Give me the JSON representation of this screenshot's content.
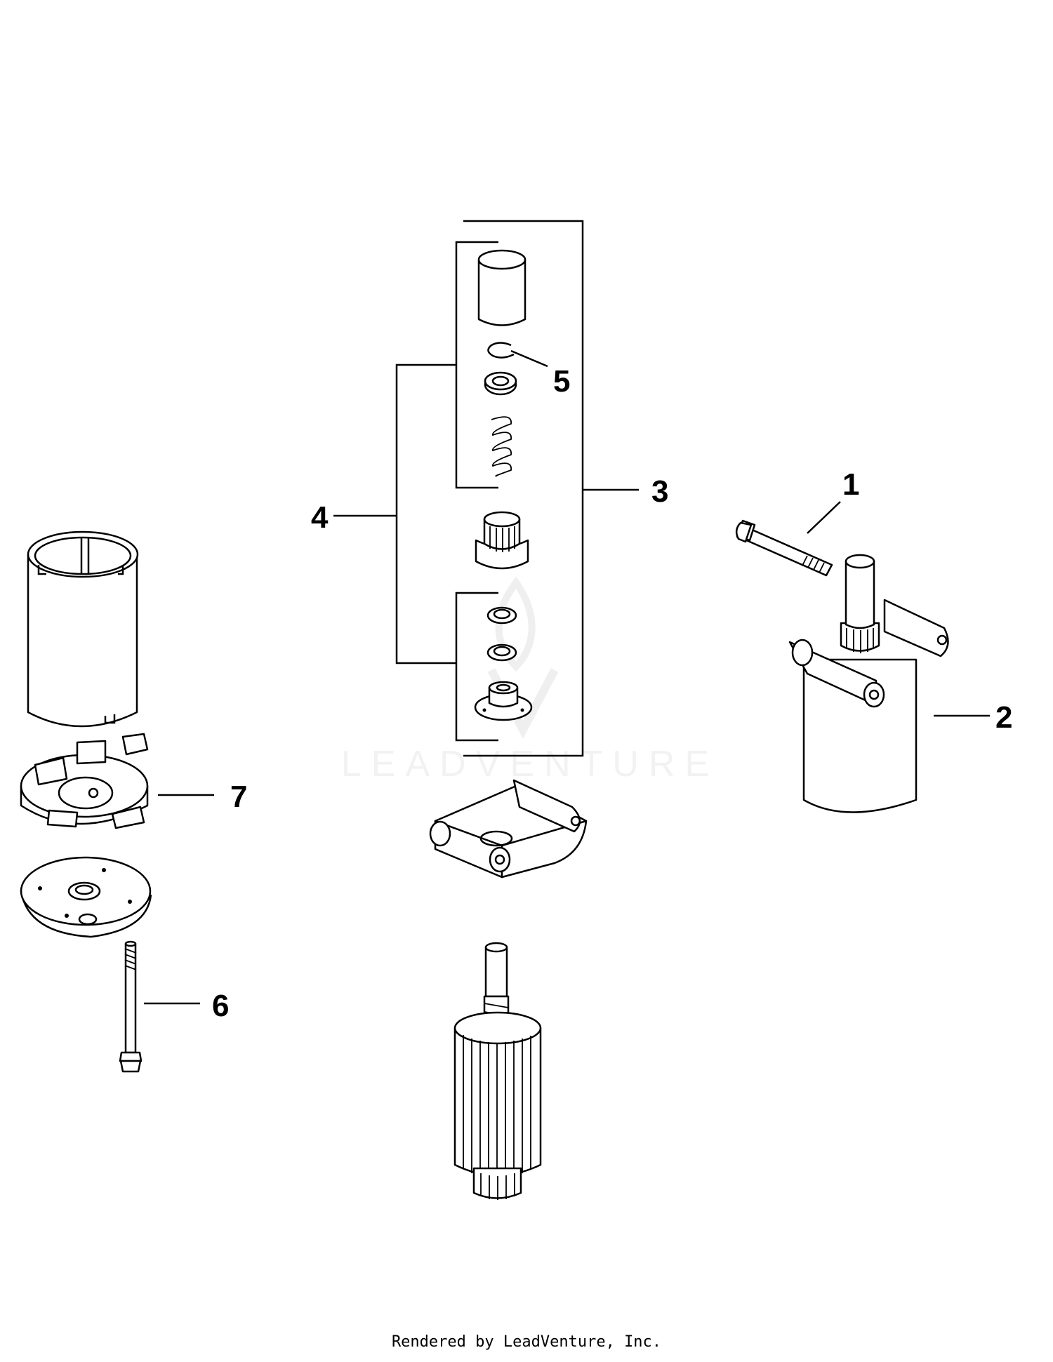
{
  "diagram": {
    "callouts": {
      "c1": "1",
      "c2": "2",
      "c3": "3",
      "c4": "4",
      "c5": "5",
      "c6": "6",
      "c7": "7"
    },
    "watermark": "LEADVENTURE",
    "footer": "Rendered by LeadVenture, Inc."
  }
}
